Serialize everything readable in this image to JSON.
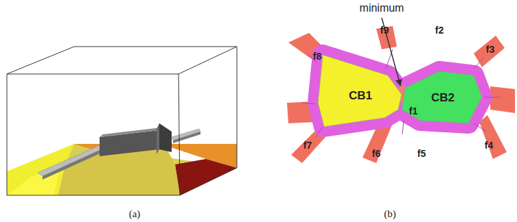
{
  "diagram": {
    "nodes": [
      {
        "text": [
          "CB1"
        ]
      },
      {
        "text": [
          "CB2"
        ]
      }
    ],
    "labels": [
      "minimum",
      "f9",
      "f2",
      "f8",
      "f3",
      "f1",
      "f7",
      "f6",
      "f5",
      "f4",
      "(a)",
      "(b)"
    ]
  }
}
